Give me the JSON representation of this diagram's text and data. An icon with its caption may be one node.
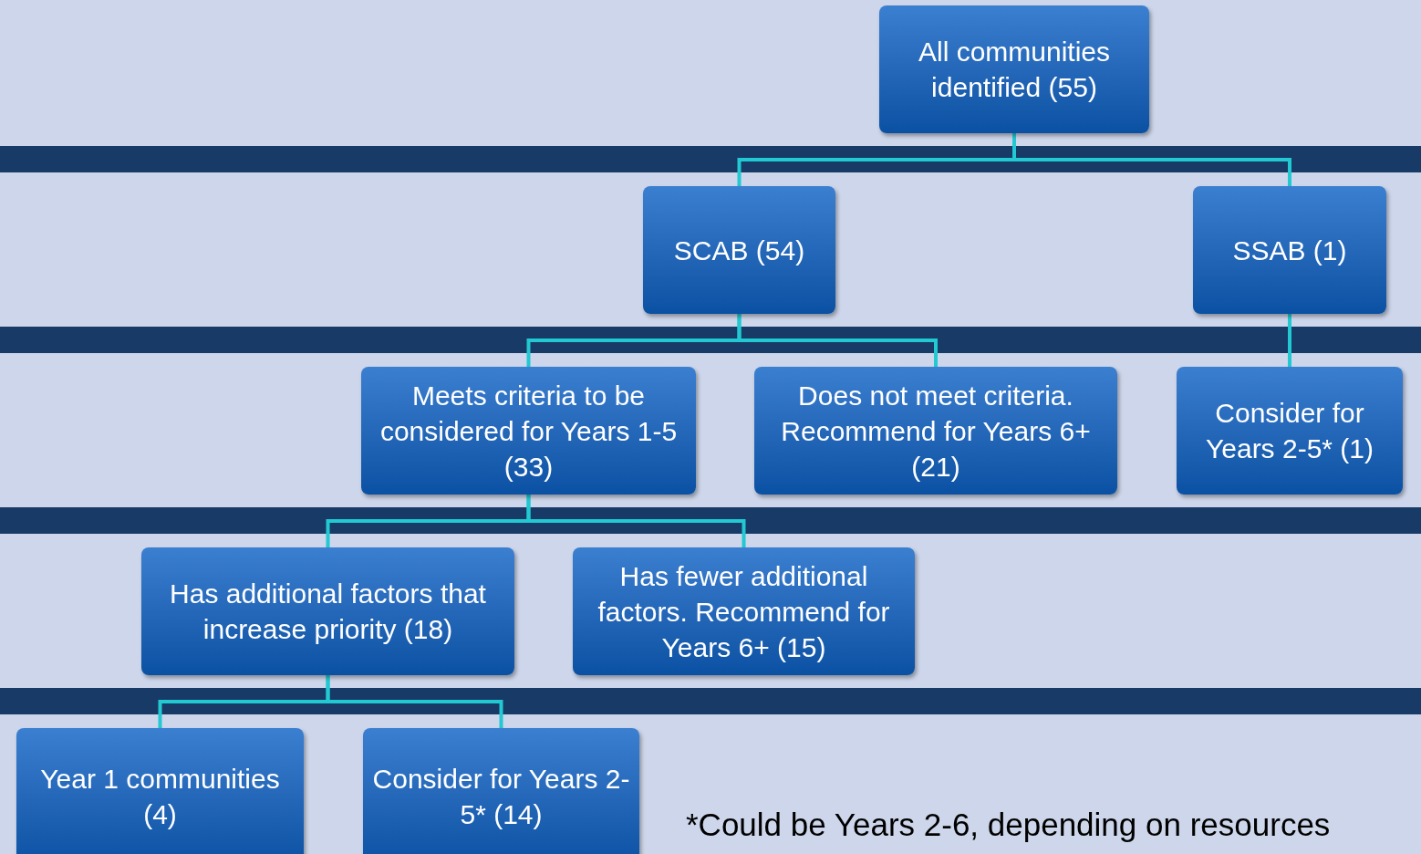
{
  "diagram": {
    "nodes": [
      {
        "text": [
          "All communities identified (55)"
        ]
      },
      {
        "text": [
          "SCAB (54)"
        ]
      },
      {
        "text": [
          "SSAB (1)"
        ]
      },
      {
        "text": [
          "Meets criteria to be considered for Years 1-5 (33)"
        ]
      },
      {
        "text": [
          "Does not meet criteria. Recommend for Years 6+ (21)"
        ]
      },
      {
        "text": [
          "Consider for Years 2-5* (1)"
        ]
      },
      {
        "text": [
          "Has additional factors that increase priority (18)"
        ]
      },
      {
        "text": [
          "Has fewer additional factors. Recommend for Years 6+ (15)"
        ]
      },
      {
        "text": [
          "Year 1 communities (4)"
        ]
      },
      {
        "text": [
          "Consider for Years 2-5* (14)"
        ]
      }
    ],
    "edges": [
      {
        "from": 0,
        "to": 1,
        "arrow": "none"
      },
      {
        "from": 0,
        "to": 2,
        "arrow": "none"
      },
      {
        "from": 1,
        "to": 3,
        "arrow": "none"
      },
      {
        "from": 1,
        "to": 4,
        "arrow": "none"
      },
      {
        "from": 2,
        "to": 5,
        "arrow": "none"
      },
      {
        "from": 3,
        "to": 6,
        "arrow": "none"
      },
      {
        "from": 3,
        "to": 7,
        "arrow": "none"
      },
      {
        "from": 6,
        "to": 8,
        "arrow": "none"
      },
      {
        "from": 6,
        "to": 9,
        "arrow": "none"
      }
    ],
    "labels": [
      "*Could be Years 2-6, depending on resources"
    ]
  }
}
